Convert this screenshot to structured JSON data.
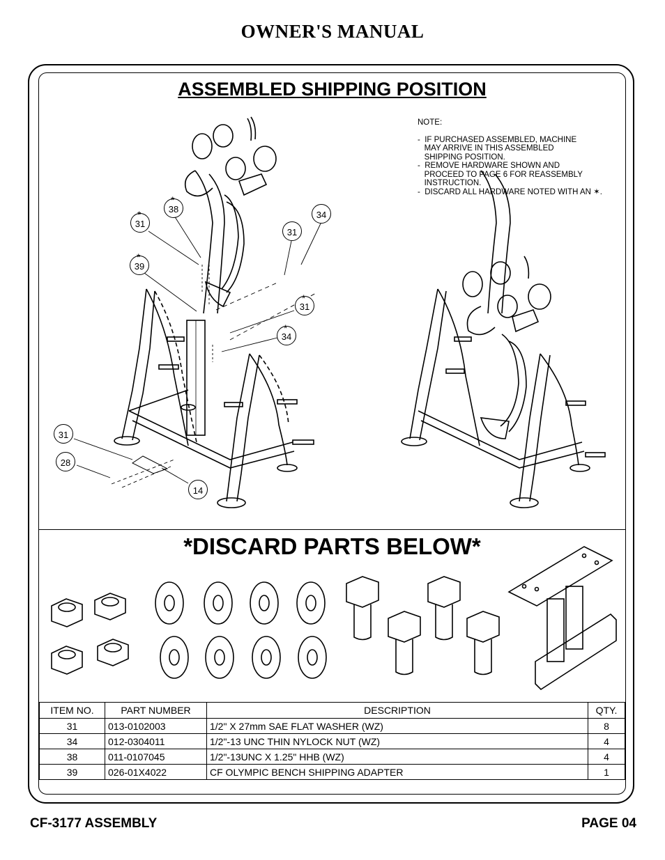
{
  "header": {
    "title": "OWNER'S MANUAL"
  },
  "sections": {
    "top_title": "ASSEMBLED SHIPPING POSITION",
    "bottom_title": "*DISCARD PARTS BELOW*"
  },
  "note": {
    "heading": "NOTE:",
    "items": [
      "-  IF PURCHASED ASSEMBLED, MACHINE\n   MAY ARRIVE IN THIS ASSEMBLED\n   SHIPPING POSITION.",
      "-  REMOVE HARDWARE SHOWN AND\n   PROCEED TO PAGE 6 FOR REASSEMBLY\n   INSTRUCTION.",
      "-  DISCARD ALL HARDWARE NOTED WITH AN ✶."
    ]
  },
  "callouts": [
    "31",
    "38",
    "34",
    "31",
    "39",
    "31",
    "34",
    "31",
    "28",
    "14"
  ],
  "parts_table": {
    "headers": [
      "ITEM NO.",
      "PART NUMBER",
      "DESCRIPTION",
      "QTY."
    ],
    "rows": [
      [
        "31",
        "013-0102003",
        "1/2\" X 27mm SAE FLAT WASHER (WZ)",
        "8"
      ],
      [
        "34",
        "012-0304011",
        "1/2\"-13 UNC THIN NYLOCK NUT (WZ)",
        "4"
      ],
      [
        "38",
        "011-0107045",
        "1/2\"-13UNC X 1.25\" HHB (WZ)",
        "4"
      ],
      [
        "39",
        "026-01X4022",
        "CF OLYMPIC BENCH SHIPPING ADAPTER",
        "1"
      ]
    ]
  },
  "footer": {
    "left": "CF-3177 ASSEMBLY",
    "right": "PAGE 04"
  }
}
